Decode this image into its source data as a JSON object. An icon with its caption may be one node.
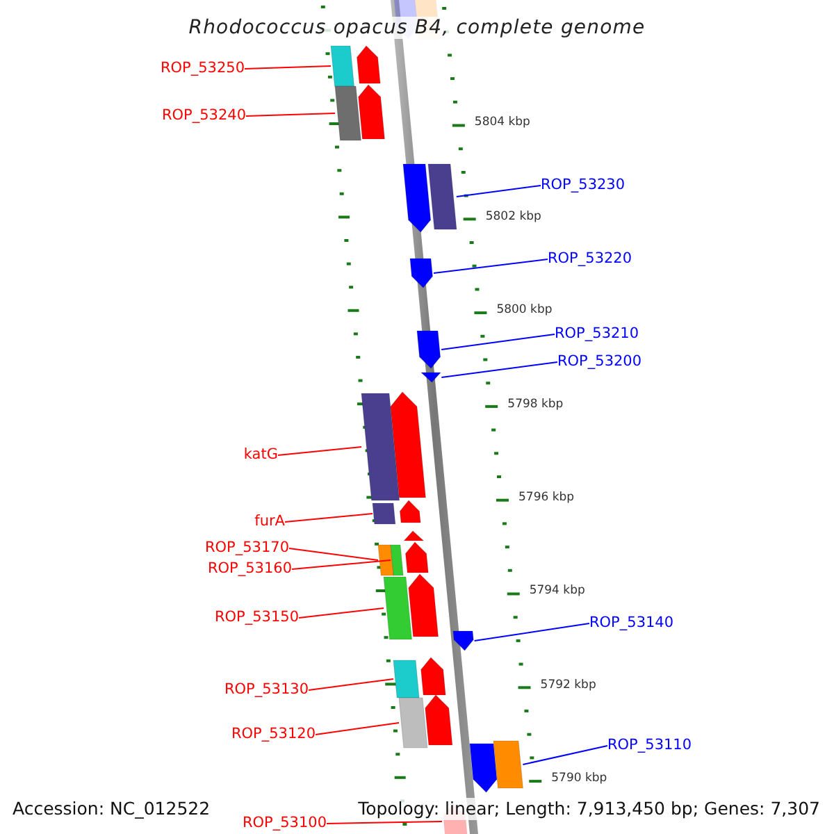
{
  "diagram": {
    "title": "Rhodococcus opacus B4, complete genome",
    "nodes": [
      {
        "text": [
          "ROP_53250"
        ]
      },
      {
        "text": [],
        "shape": "bar"
      },
      {
        "text": [
          "ROP_53240"
        ]
      },
      {
        "text": [],
        "shape": "bar"
      },
      {
        "text": [
          "ROP_53230"
        ]
      },
      {
        "text": [],
        "shape": "bar"
      },
      {
        "text": [
          "ROP_53220"
        ]
      },
      {
        "text": [],
        "shape": "pentagon"
      },
      {
        "text": [
          "ROP_53210"
        ]
      },
      {
        "text": [],
        "shape": "pentagon"
      },
      {
        "text": [
          "ROP_53200"
        ]
      },
      {
        "text": [],
        "shape": "pentagon"
      },
      {
        "text": [
          "katG"
        ]
      },
      {
        "text": [],
        "shape": "bar"
      },
      {
        "text": [
          "furA"
        ]
      },
      {
        "text": [],
        "shape": "bar"
      },
      {
        "text": [
          "ROP_53170"
        ]
      },
      {
        "text": [],
        "shape": "bar"
      },
      {
        "text": [
          "ROP_53160"
        ]
      },
      {
        "text": [],
        "shape": "bar"
      },
      {
        "text": [
          "ROP_53150"
        ]
      },
      {
        "text": [],
        "shape": "bar"
      },
      {
        "text": [
          "ROP_53140"
        ]
      },
      {
        "text": [],
        "shape": "pentagon"
      },
      {
        "text": [
          "ROP_53130"
        ]
      },
      {
        "text": [],
        "shape": "bar"
      },
      {
        "text": [
          "ROP_53120"
        ]
      },
      {
        "text": [],
        "shape": "bar"
      },
      {
        "text": [
          "ROP_53110"
        ]
      },
      {
        "text": [],
        "shape": "bar"
      },
      {
        "text": [
          "ROP_53100"
        ]
      },
      {
        "text": [],
        "shape": "pentagon"
      }
    ],
    "edges": [
      {
        "from": 0,
        "to": 1,
        "arrow": "none"
      },
      {
        "from": 2,
        "to": 3,
        "arrow": "none"
      },
      {
        "from": 4,
        "to": 5,
        "arrow": "none",
        "color": "#0000ff"
      },
      {
        "from": 6,
        "to": 7,
        "arrow": "none",
        "color": "#0000ff"
      },
      {
        "from": 8,
        "to": 9,
        "arrow": "none",
        "color": "#0000ff"
      },
      {
        "from": 10,
        "to": 11,
        "arrow": "none",
        "color": "#0000ff"
      },
      {
        "from": 12,
        "to": 13,
        "arrow": "none"
      },
      {
        "from": 14,
        "to": 15,
        "arrow": "none"
      },
      {
        "from": 16,
        "to": 17,
        "arrow": "none"
      },
      {
        "from": 18,
        "to": 19,
        "arrow": "none"
      },
      {
        "from": 20,
        "to": 21,
        "arrow": "none"
      },
      {
        "from": 22,
        "to": 23,
        "arrow": "none",
        "color": "#0000ff"
      },
      {
        "from": 24,
        "to": 25,
        "arrow": "none"
      },
      {
        "from": 26,
        "to": 27,
        "arrow": "none"
      },
      {
        "from": 28,
        "to": 29,
        "arrow": "none",
        "color": "#0000ff"
      },
      {
        "from": 30,
        "to": 31,
        "arrow": "none"
      }
    ],
    "labels": [
      "5804 kbp",
      "5802 kbp",
      "5800 kbp",
      "5798 kbp",
      "5796 kbp",
      "5794 kbp",
      "5792 kbp",
      "5790 kbp",
      "Accession: NC_012522",
      "Topology: linear; Length: 7,913,450 bp; Genes: 7,307"
    ]
  }
}
